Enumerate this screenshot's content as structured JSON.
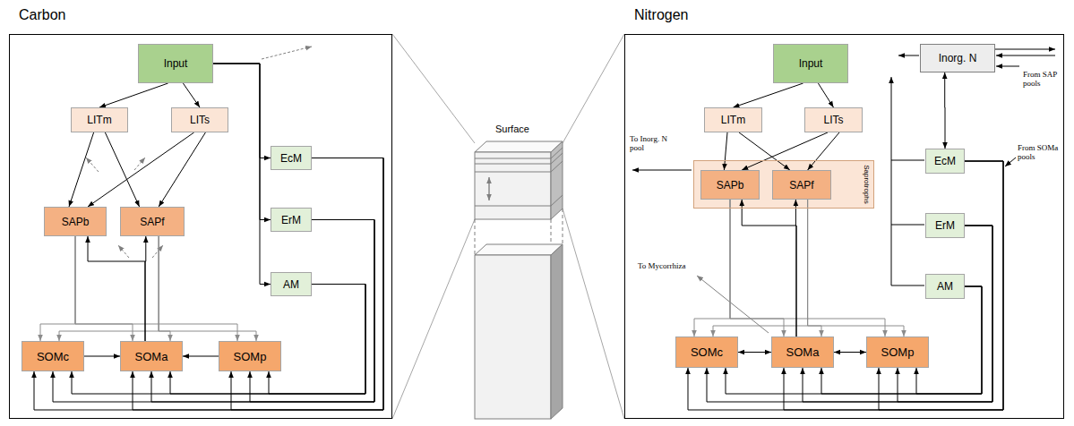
{
  "diagram": {
    "nodes": [
      {
        "text": [
          "Carbon"
        ]
      },
      {
        "text": [
          "Input"
        ],
        "in": 0
      },
      {
        "text": [
          "LITm"
        ],
        "in": 0
      },
      {
        "text": [
          "LITs"
        ],
        "in": 0
      },
      {
        "text": [
          "EcM"
        ],
        "in": 0
      },
      {
        "text": [
          "ErM"
        ],
        "in": 0
      },
      {
        "text": [
          "AM"
        ],
        "in": 0
      },
      {
        "text": [
          "SAPb"
        ],
        "in": 0
      },
      {
        "text": [
          "SAPf"
        ],
        "in": 0
      },
      {
        "text": [
          "SOMc"
        ],
        "in": 0
      },
      {
        "text": [
          "SOMa"
        ],
        "in": 0
      },
      {
        "text": [
          "SOMp"
        ],
        "in": 0
      },
      {
        "text": [
          "Nitrogen"
        ]
      },
      {
        "text": [
          "Input"
        ],
        "in": 12
      },
      {
        "text": [
          "Inorg. N"
        ],
        "in": 12
      },
      {
        "text": [
          "LITm"
        ],
        "in": 12
      },
      {
        "text": [
          "LITs"
        ],
        "in": 12
      },
      {
        "text": [
          "EcM"
        ],
        "in": 12
      },
      {
        "text": [
          "Saprotrophs"
        ],
        "in": 12
      },
      {
        "text": [
          "SAPb"
        ],
        "in": 18
      },
      {
        "text": [
          "SAPf"
        ],
        "in": 18
      },
      {
        "text": [
          "ErM"
        ],
        "in": 12
      },
      {
        "text": [
          "AM"
        ],
        "in": 12
      },
      {
        "text": [
          "SOMc"
        ],
        "in": 12
      },
      {
        "text": [
          "SOMa"
        ],
        "in": 12
      },
      {
        "text": [
          "SOMp"
        ],
        "in": 12
      }
    ],
    "edges": [
      {
        "from": 1,
        "to": 2,
        "arrow": "to"
      },
      {
        "from": 1,
        "to": 3,
        "arrow": "to"
      },
      {
        "from": 1,
        "to": 4,
        "arrow": "to"
      },
      {
        "from": 1,
        "to": 5,
        "arrow": "to"
      },
      {
        "from": 1,
        "to": 6,
        "arrow": "to"
      },
      {
        "from": 2,
        "to": 7,
        "arrow": "to"
      },
      {
        "from": 2,
        "to": 8,
        "arrow": "to"
      },
      {
        "from": 3,
        "to": 7,
        "arrow": "to"
      },
      {
        "from": 3,
        "to": 8,
        "arrow": "to"
      },
      {
        "from": 7,
        "to": 9,
        "arrow": "to"
      },
      {
        "from": 7,
        "to": 10,
        "arrow": "to"
      },
      {
        "from": 7,
        "to": 11,
        "arrow": "to"
      },
      {
        "from": 8,
        "to": 9,
        "arrow": "to"
      },
      {
        "from": 8,
        "to": 10,
        "arrow": "to"
      },
      {
        "from": 8,
        "to": 11,
        "arrow": "to"
      },
      {
        "from": 10,
        "to": 7,
        "arrow": "to"
      },
      {
        "from": 10,
        "to": 8,
        "arrow": "to"
      },
      {
        "from": 9,
        "to": 10,
        "arrow": "to"
      },
      {
        "from": 11,
        "to": 10,
        "arrow": "to"
      },
      {
        "from": 4,
        "to": 9,
        "arrow": "to"
      },
      {
        "from": 4,
        "to": 10,
        "arrow": "to"
      },
      {
        "from": 4,
        "to": 11,
        "arrow": "to"
      },
      {
        "from": 5,
        "to": 9,
        "arrow": "to"
      },
      {
        "from": 5,
        "to": 10,
        "arrow": "to"
      },
      {
        "from": 5,
        "to": 11,
        "arrow": "to"
      },
      {
        "from": 6,
        "to": 9,
        "arrow": "to"
      },
      {
        "from": 6,
        "to": 10,
        "arrow": "to"
      },
      {
        "from": 6,
        "to": 11,
        "arrow": "to"
      },
      {
        "from": 13,
        "to": 15,
        "arrow": "to"
      },
      {
        "from": 13,
        "to": 16,
        "arrow": "to"
      },
      {
        "from": 14,
        "to": 17,
        "arrow": "both"
      },
      {
        "from": 15,
        "to": 19,
        "arrow": "to"
      },
      {
        "from": 15,
        "to": 20,
        "arrow": "to"
      },
      {
        "from": 16,
        "to": 19,
        "arrow": "to"
      },
      {
        "from": 16,
        "to": 20,
        "arrow": "to"
      },
      {
        "from": 19,
        "to": 23,
        "arrow": "to"
      },
      {
        "from": 19,
        "to": 24,
        "arrow": "to"
      },
      {
        "from": 19,
        "to": 25,
        "arrow": "to"
      },
      {
        "from": 20,
        "to": 23,
        "arrow": "to"
      },
      {
        "from": 20,
        "to": 24,
        "arrow": "to"
      },
      {
        "from": 20,
        "to": 25,
        "arrow": "to"
      },
      {
        "from": 24,
        "to": 19,
        "arrow": "to"
      },
      {
        "from": 24,
        "to": 20,
        "arrow": "to"
      },
      {
        "from": 23,
        "to": 24,
        "arrow": "both"
      },
      {
        "from": 24,
        "to": 25,
        "arrow": "both"
      },
      {
        "from": 17,
        "to": 23,
        "arrow": "to"
      },
      {
        "from": 17,
        "to": 24,
        "arrow": "to"
      },
      {
        "from": 17,
        "to": 25,
        "arrow": "to"
      },
      {
        "from": 21,
        "to": 23,
        "arrow": "to"
      },
      {
        "from": 21,
        "to": 24,
        "arrow": "to"
      },
      {
        "from": 21,
        "to": 25,
        "arrow": "to"
      },
      {
        "from": 22,
        "to": 23,
        "arrow": "to"
      },
      {
        "from": 22,
        "to": 24,
        "arrow": "to"
      },
      {
        "from": 22,
        "to": 25,
        "arrow": "to"
      }
    ],
    "labels": [
      "Surface",
      "From SAP pools",
      "To Inorg. N pool",
      "From SOMa pools",
      "To Mycorrhiza"
    ]
  }
}
